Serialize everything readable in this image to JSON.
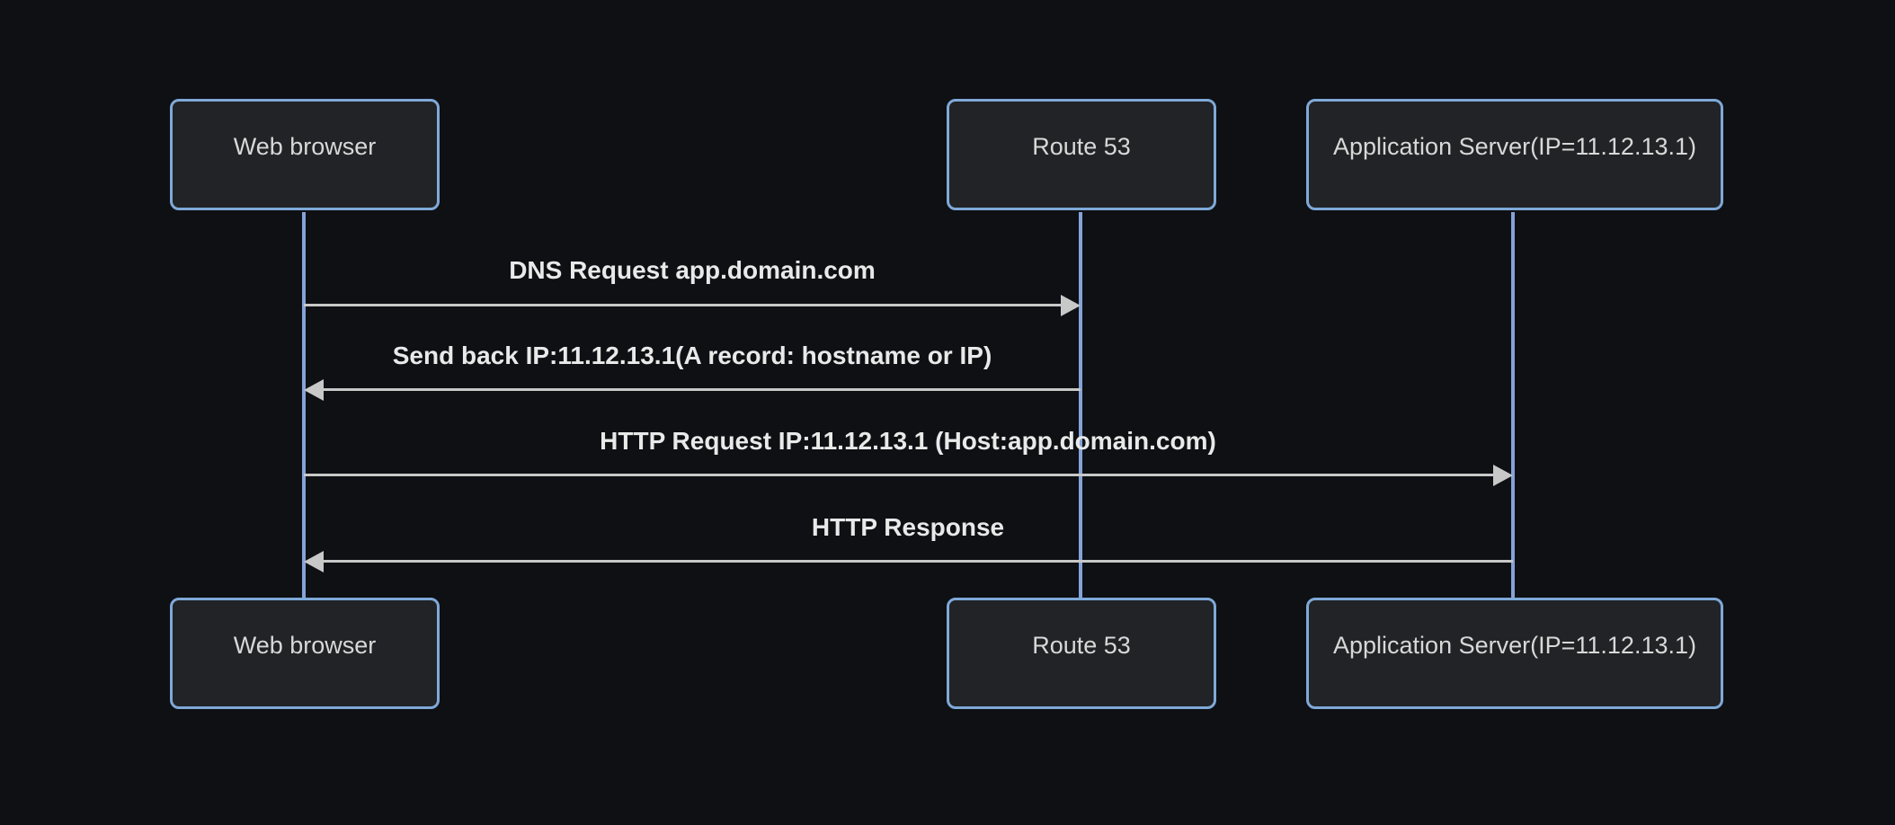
{
  "diagram": {
    "type": "sequence",
    "theme": "dark",
    "actors": [
      {
        "id": "web-browser",
        "label": "Web browser"
      },
      {
        "id": "route-53",
        "label": "Route 53"
      },
      {
        "id": "app-server",
        "label": "Application Server(IP=11.12.13.1)"
      }
    ],
    "messages": [
      {
        "from": "web-browser",
        "to": "route-53",
        "direction": "right",
        "label": "DNS Request app.domain.com"
      },
      {
        "from": "route-53",
        "to": "web-browser",
        "direction": "left",
        "label": "Send back IP:11.12.13.1(A record: hostname or IP)"
      },
      {
        "from": "web-browser",
        "to": "app-server",
        "direction": "right",
        "label": "HTTP Request IP:11.12.13.1 (Host:app.domain.com)"
      },
      {
        "from": "app-server",
        "to": "web-browser",
        "direction": "left",
        "label": "HTTP Response"
      }
    ],
    "colors": {
      "background": "#0e1014",
      "actor_fill": "#212326",
      "actor_border": "#7fa9d8",
      "actor_text": "#d8d8d8",
      "lifeline": "#84a3d6",
      "arrow": "#c8c8c8",
      "message_text": "#e9e9e9"
    }
  }
}
